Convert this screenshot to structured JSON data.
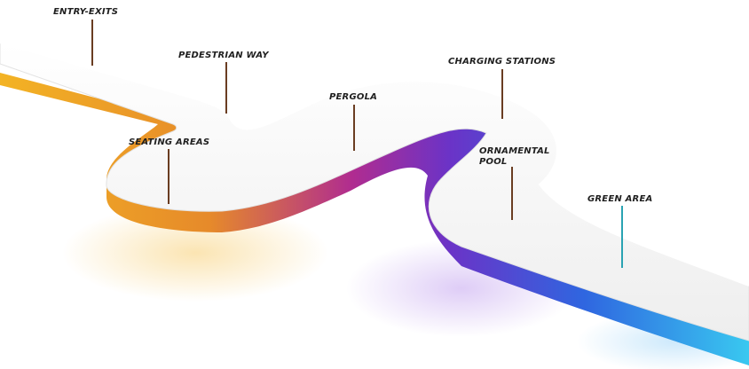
{
  "labels": {
    "entry_exits": "ENTRY-EXITS",
    "pedestrian_way": "PEDESTRIAN WAY",
    "pergola": "PERGOLA",
    "charging_stations": "CHARGING STATIONS",
    "seating_areas": "SEATING AREAS",
    "ornamental_pool": "ORNAMENTAL\nPOOL",
    "green_area": "GREEN AREA"
  },
  "colors": {
    "yellow": "#f3b324",
    "orange": "#e68a2a",
    "magenta": "#b02c90",
    "purple": "#6b33c7",
    "blue": "#2f66e0",
    "cyan": "#39c8f0",
    "road_top": "#f7f7f7",
    "label_text": "#1f1f1f",
    "pin_brown": "#6a3d22",
    "pin_teal": "#2aa3b3"
  }
}
